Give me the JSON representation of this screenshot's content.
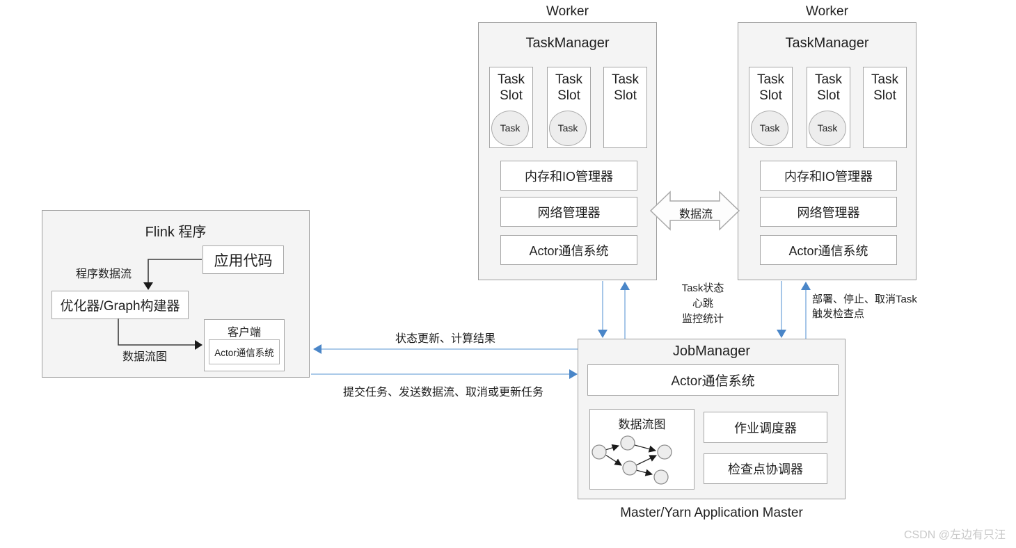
{
  "worker": {
    "label": "Worker",
    "taskmanager_title": "TaskManager",
    "task_slot_label": "Task Slot",
    "task_label": "Task",
    "memory_io_label": "内存和IO管理器",
    "network_label": "网络管理器",
    "actor_label": "Actor通信系统"
  },
  "dataflow_between_workers": {
    "label": "数据流"
  },
  "flink_program": {
    "title": "Flink 程序",
    "app_code_label": "应用代码",
    "program_dataflow_label": "程序数据流",
    "optimizer_label": "优化器/Graph构建器",
    "dataflow_graph_label": "数据流图",
    "client_title": "客户端",
    "client_actor_label": "Actor通信系统"
  },
  "jobmanager": {
    "title": "JobManager",
    "actor_label": "Actor通信系统",
    "dataflow_graph_title": "数据流图",
    "job_scheduler_label": "作业调度器",
    "checkpoint_coordinator_label": "检查点协调器",
    "caption": "Master/Yarn Application Master"
  },
  "edge_labels": {
    "to_client": "状态更新、计算结果",
    "to_jobmanager": "提交任务、发送数据流、取消或更新任务",
    "worker_status_line1": "Task状态",
    "worker_status_line2": "心跳",
    "worker_status_line3": "监控统计",
    "deploy_line1": "部署、停止、取消Task",
    "deploy_line2": "触发检查点"
  },
  "watermark": "CSDN @左边有只汪",
  "colors": {
    "arrow_blue_head": "#4a86c8",
    "arrow_blue_line": "#8fb8e2",
    "border_gray": "#a6a6a6",
    "group_fill": "#f4f4f4"
  }
}
